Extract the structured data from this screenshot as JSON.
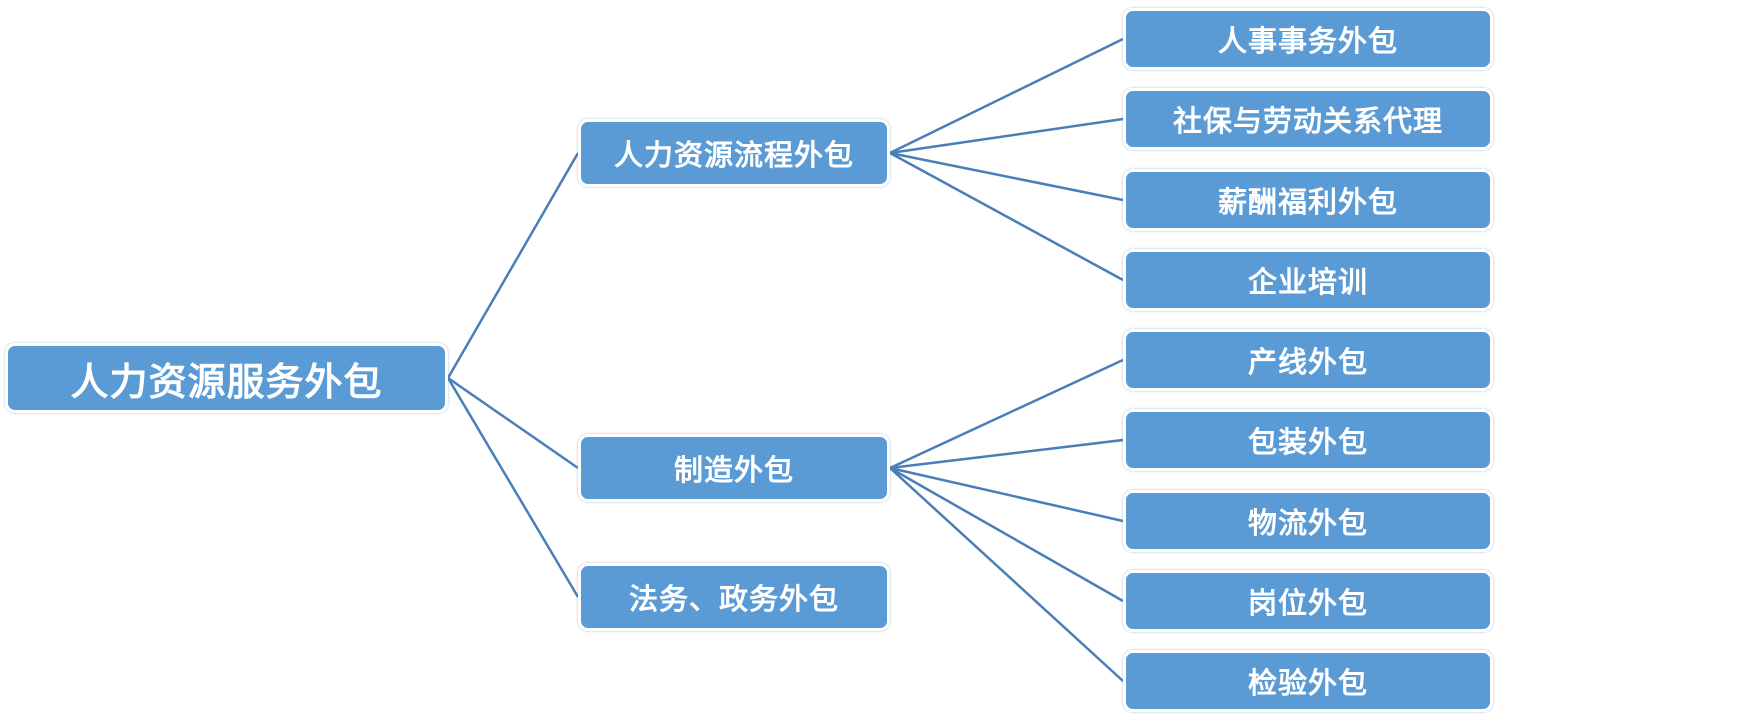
{
  "diagram": {
    "type": "tree",
    "root": {
      "label": "人力资源服务外包"
    },
    "branches": [
      {
        "label": "人力资源流程外包",
        "children": [
          "人事事务外包",
          "社保与劳动关系代理",
          "薪酬福利外包",
          "企业培训"
        ]
      },
      {
        "label": "制造外包",
        "children": [
          "产线外包",
          "包装外包",
          "物流外包",
          "岗位外包",
          "检验外包"
        ]
      },
      {
        "label": "法务、政务外包",
        "children": []
      }
    ],
    "colors": {
      "node_fill": "#5b9bd5",
      "node_border": "#ffffff",
      "connector": "#4a7eb8",
      "text": "#ffffff",
      "background": "#ffffff"
    }
  }
}
